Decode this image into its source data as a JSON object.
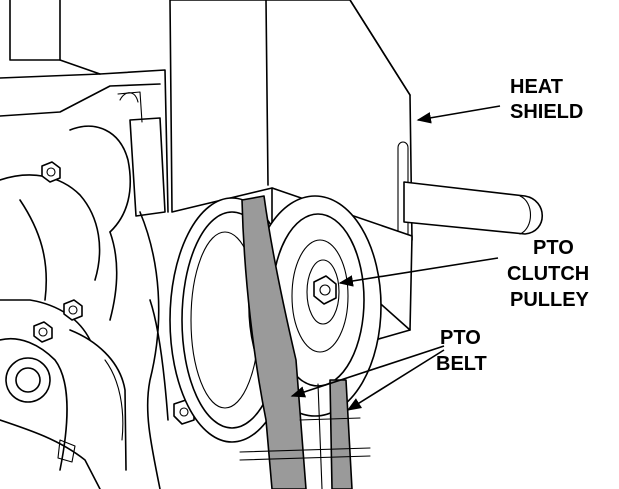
{
  "labels": {
    "heat_shield": [
      "HEAT",
      "SHIELD"
    ],
    "pto_clutch_pulley": [
      "PTO",
      "CLUTCH",
      "PULLEY"
    ],
    "pto_belt": [
      "PTO",
      "BELT"
    ]
  },
  "colors": {
    "belt": "#9a9a9a",
    "line": "#000000",
    "background": "#ffffff"
  }
}
